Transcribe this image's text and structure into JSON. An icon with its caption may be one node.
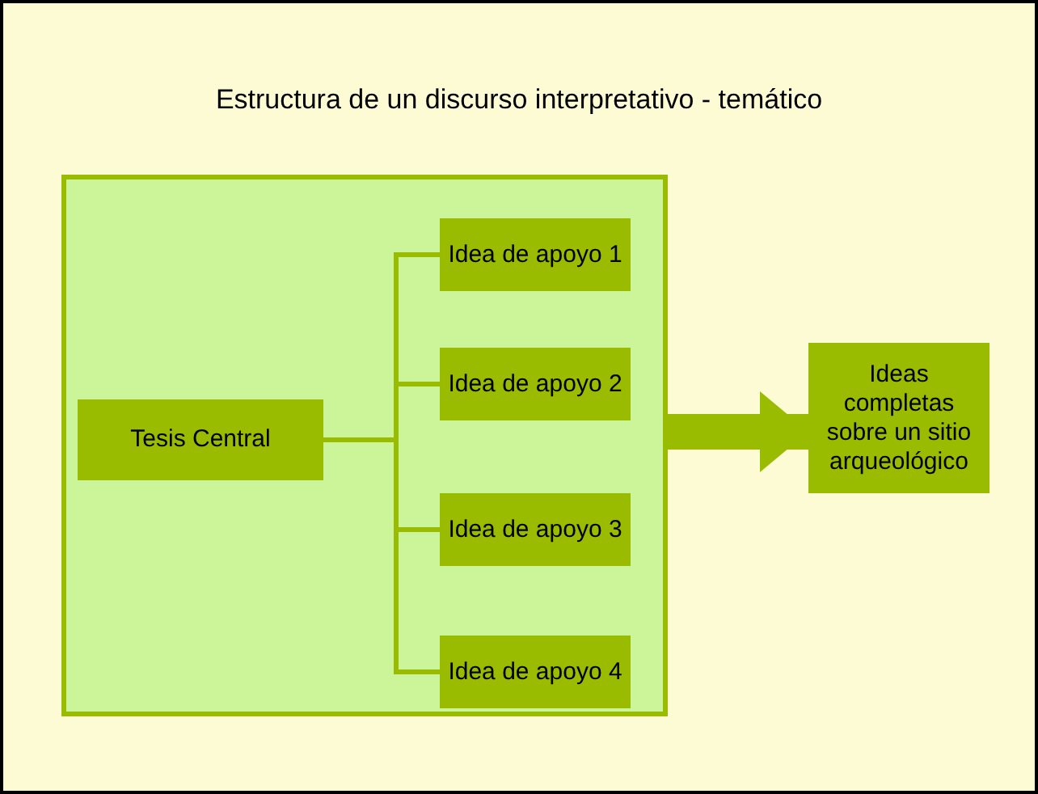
{
  "diagram": {
    "title": "Estructura de un discurso interpretativo - temático",
    "nodes": [
      {
        "text": [],
        "shape": "box"
      },
      {
        "text": [
          "Tesis Central"
        ],
        "in": 0
      },
      {
        "text": [
          "Idea de apoyo 1"
        ],
        "in": 0
      },
      {
        "text": [
          "Idea de apoyo 2"
        ],
        "in": 0
      },
      {
        "text": [
          "Idea de apoyo 3"
        ],
        "in": 0
      },
      {
        "text": [
          "Idea de apoyo 4"
        ],
        "in": 0
      },
      {
        "text": [
          "Ideas completas sobre un sitio arqueológico"
        ]
      }
    ],
    "edges": [
      {
        "from": 1,
        "to": 2,
        "arrow": "none"
      },
      {
        "from": 1,
        "to": 3,
        "arrow": "none"
      },
      {
        "from": 1,
        "to": 4,
        "arrow": "none"
      },
      {
        "from": 1,
        "to": 5,
        "arrow": "none"
      },
      {
        "from": 0,
        "to": 6,
        "arrow": "to",
        "style": "thick"
      }
    ]
  }
}
